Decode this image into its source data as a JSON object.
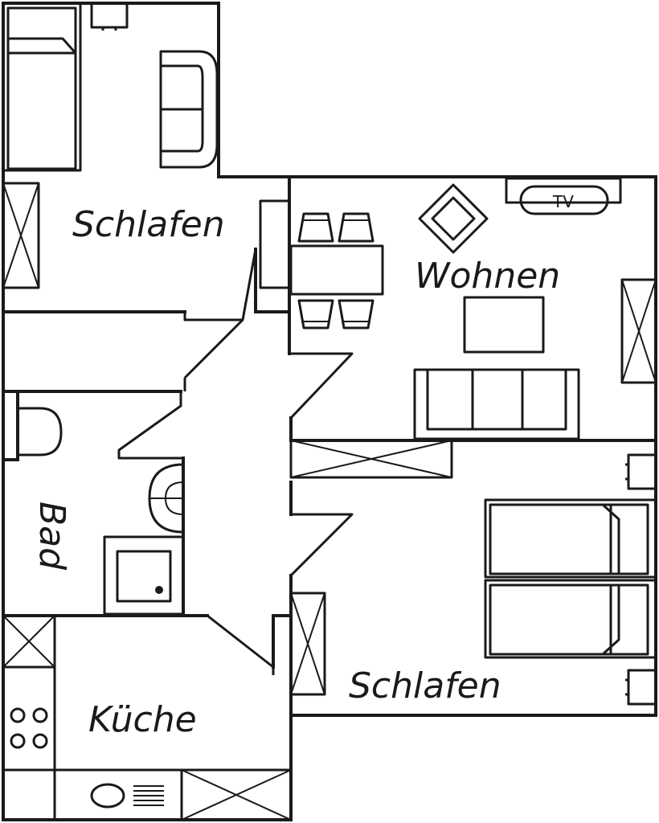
{
  "rooms": {
    "bedroom_top": "Schlafen",
    "living": "Wohnen",
    "bath": "Bad",
    "kitchen": "Küche",
    "bedroom_bottom": "Schlafen"
  },
  "furniture": {
    "tv": "TV"
  }
}
